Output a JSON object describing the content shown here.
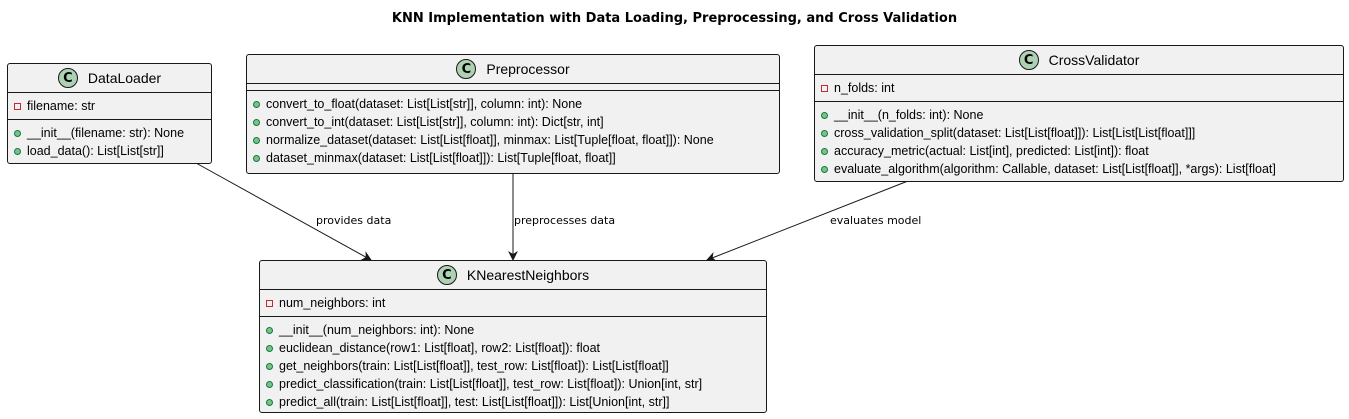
{
  "title": "KNN Implementation with Data Loading, Preprocessing, and Cross Validation",
  "badge_letter": "C",
  "classes": {
    "dataloader": {
      "name": "DataLoader",
      "fields": [
        "filename: str"
      ],
      "methods": [
        "__init__(filename: str): None",
        "load_data(): List[List[str]]"
      ]
    },
    "preprocessor": {
      "name": "Preprocessor",
      "fields": [],
      "methods": [
        "convert_to_float(dataset: List[List[str]], column: int): None",
        "convert_to_int(dataset: List[List[str]], column: int): Dict[str, int]",
        "normalize_dataset(dataset: List[List[float]], minmax: List[Tuple[float, float]]): None",
        "dataset_minmax(dataset: List[List[float]]): List[Tuple[float, float]]"
      ]
    },
    "crossvalidator": {
      "name": "CrossValidator",
      "fields": [
        "n_folds: int"
      ],
      "methods": [
        "__init__(n_folds: int): None",
        "cross_validation_split(dataset: List[List[float]]): List[List[List[float]]]",
        "accuracy_metric(actual: List[int], predicted: List[int]): float",
        "evaluate_algorithm(algorithm: Callable, dataset: List[List[float]], *args): List[float]"
      ]
    },
    "knn": {
      "name": "KNearestNeighbors",
      "fields": [
        "num_neighbors: int"
      ],
      "methods": [
        "__init__(num_neighbors: int): None",
        "euclidean_distance(row1: List[float], row2: List[float]): float",
        "get_neighbors(train: List[List[float]], test_row: List[float]): List[List[float]]",
        "predict_classification(train: List[List[float]], test_row: List[float]): Union[int, str]",
        "predict_all(train: List[List[float]], test: List[List[float]]): List[Union[int, str]]"
      ]
    }
  },
  "relations": {
    "provides": "provides data",
    "preprocesses": "preprocesses data",
    "evaluates": "evaluates model"
  },
  "colors": {
    "box_fill": "#f1f1f1",
    "border": "#181818",
    "badge": "#add1b2",
    "private": "#c82930",
    "public": "#84be84"
  }
}
